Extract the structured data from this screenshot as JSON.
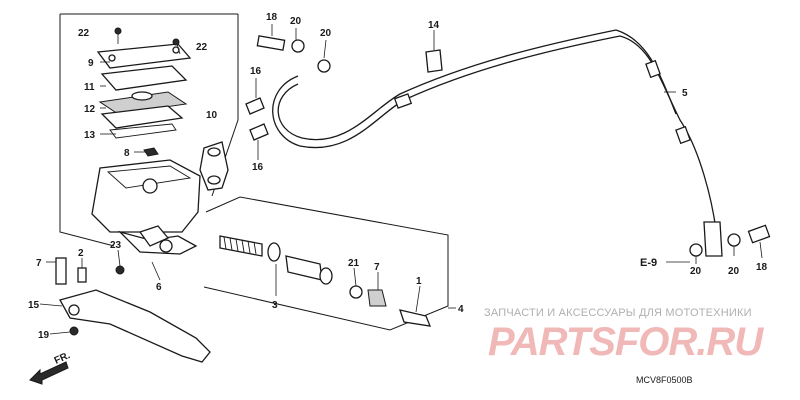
{
  "callouts": {
    "c22a": "22",
    "c22b": "22",
    "c9": "9",
    "c11": "11",
    "c12": "12",
    "c13": "13",
    "c8": "8",
    "c18a": "18",
    "c20a": "20",
    "c20b": "20",
    "c16a": "16",
    "c16b": "16",
    "c10": "10",
    "c14": "14",
    "c5": "5",
    "c7a": "7",
    "c2": "2",
    "c23": "23",
    "c6": "6",
    "c15": "15",
    "c19": "19",
    "c3": "3",
    "c21": "21",
    "c7b": "7",
    "c1": "1",
    "c4": "4",
    "c20c": "20",
    "c20d": "20",
    "c18b": "18"
  },
  "reference": {
    "e9": "E-9"
  },
  "direction": {
    "fr": "FR."
  },
  "diagram_code": "MCV8F0500B",
  "watermark": {
    "tagline": "ЗАПЧАСТИ И АКСЕССУАРЫ ДЛЯ МОТОТЕХНИКИ",
    "brand": "PARTSFOR.RU"
  }
}
